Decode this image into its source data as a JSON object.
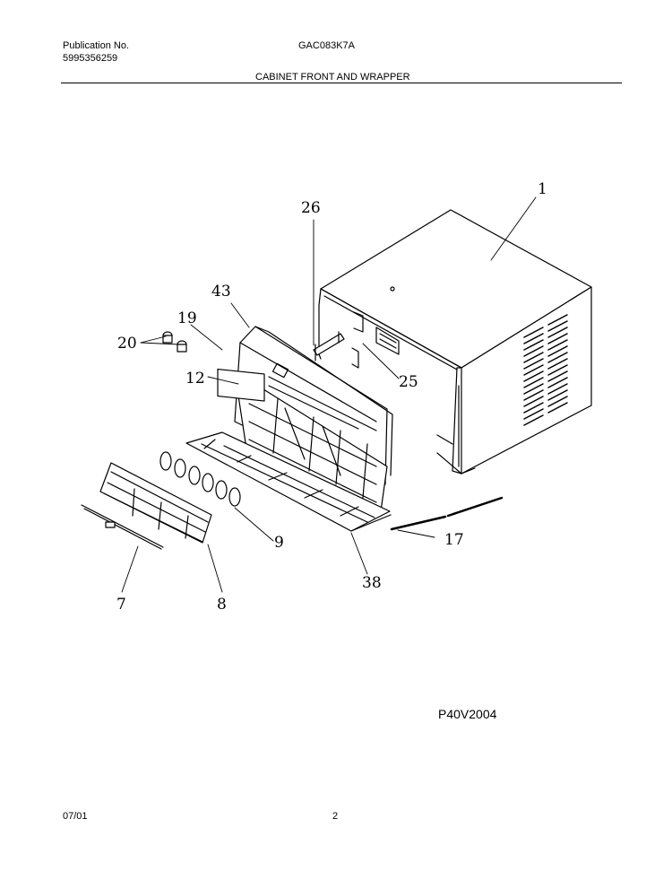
{
  "header": {
    "publication_label": "Publication No.",
    "publication_number": "5995356259",
    "model": "GAC083K7A",
    "section_title": "CABINET FRONT AND WRAPPER"
  },
  "diagram": {
    "callouts": {
      "p1": "1",
      "p26": "26",
      "p43": "43",
      "p19": "19",
      "p20": "20",
      "p12": "12",
      "p25": "25",
      "p9": "9",
      "p17": "17",
      "p38": "38",
      "p7": "7",
      "p8": "8"
    },
    "drawing_code": "P40V2004"
  },
  "footer": {
    "date": "07/01",
    "page": "2"
  }
}
